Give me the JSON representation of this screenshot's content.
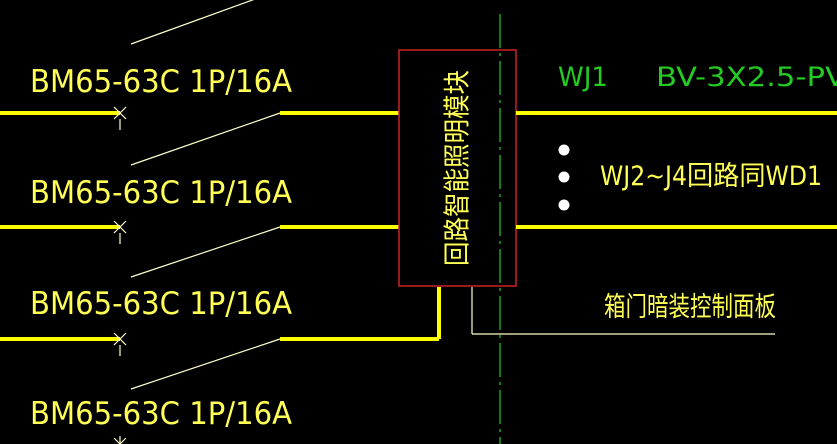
{
  "breakers": [
    {
      "label": "BM65-63C 1P/16A"
    },
    {
      "label": "BM65-63C 1P/16A"
    },
    {
      "label": "BM65-63C 1P/16A"
    },
    {
      "label": "BM65-63C 1P/16A"
    }
  ],
  "module": {
    "label": "回路智能照明模块"
  },
  "circuit": {
    "id": "WJ1",
    "cable": "BV-3X2.5-PV"
  },
  "circuits_note": "WJ2~J4回路同WD1",
  "panel_note": "箱门暗装控制面板",
  "colors": {
    "background": "#000000",
    "wire": "#ffff00",
    "thin_line": "#ffffcc",
    "module_border": "#cc2222",
    "center_line": "#22cc22",
    "text_yellow": "#ffff55",
    "text_green": "#22cc22",
    "dot": "#ffffff"
  }
}
